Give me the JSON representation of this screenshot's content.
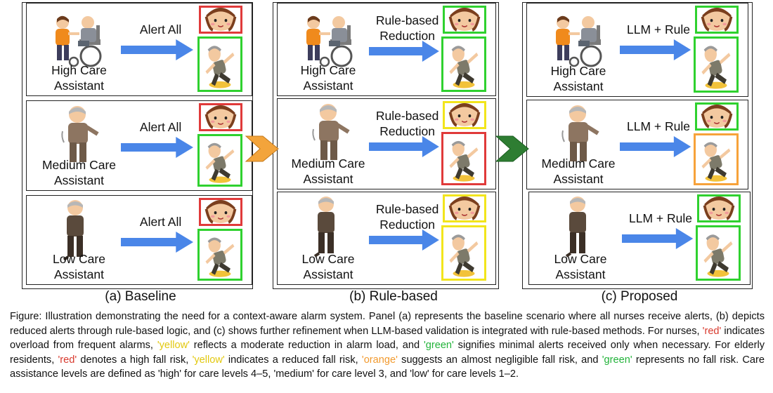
{
  "panels": [
    {
      "caption": "(a) Baseline",
      "rows": [
        {
          "level_line1": "High Care",
          "level_line2": "Assistant",
          "arrow_line1": "Alert All",
          "arrow_line2": "",
          "nurse_border": "red",
          "resident_border": "green"
        },
        {
          "level_line1": "Medium Care",
          "level_line2": "Assistant",
          "arrow_line1": "Alert All",
          "arrow_line2": "",
          "nurse_border": "red",
          "resident_border": "green"
        },
        {
          "level_line1": "Low Care",
          "level_line2": "Assistant",
          "arrow_line1": "Alert All",
          "arrow_line2": "",
          "nurse_border": "red",
          "resident_border": "green"
        }
      ]
    },
    {
      "caption": "(b) Rule-based",
      "rows": [
        {
          "level_line1": "High Care",
          "level_line2": "Assistant",
          "arrow_line1": "Rule-based",
          "arrow_line2": "Reduction",
          "nurse_border": "green",
          "resident_border": "green"
        },
        {
          "level_line1": "Medium Care",
          "level_line2": "Assistant",
          "arrow_line1": "Rule-based",
          "arrow_line2": "Reduction",
          "nurse_border": "yellow",
          "resident_border": "red"
        },
        {
          "level_line1": "Low Care",
          "level_line2": "Assistant",
          "arrow_line1": "Rule-based",
          "arrow_line2": "Reduction",
          "nurse_border": "yellow",
          "resident_border": "yellow"
        }
      ]
    },
    {
      "caption": "(c) Proposed",
      "rows": [
        {
          "level_line1": "High Care",
          "level_line2": "Assistant",
          "arrow_line1": "LLM + Rule",
          "arrow_line2": "",
          "nurse_border": "green",
          "resident_border": "green"
        },
        {
          "level_line1": "Medium Care",
          "level_line2": "Assistant",
          "arrow_line1": "LLM + Rule",
          "arrow_line2": "",
          "nurse_border": "green",
          "resident_border": "orange"
        },
        {
          "level_line1": "Low Care",
          "level_line2": "Assistant",
          "arrow_line1": "LLM + Rule",
          "arrow_line2": "",
          "nurse_border": "green",
          "resident_border": "green"
        }
      ]
    }
  ],
  "colors": {
    "red": "#e03a3a",
    "green": "#2fd12f",
    "yellow": "#f2e51c",
    "orange": "#f7a23a",
    "arrow_blue": "#4a86e8",
    "chevron_orange": "#f3a43b",
    "chevron_green": "#2e7d32"
  },
  "figure_caption": {
    "p1": "Figure: Illustration demonstrating the need for a context-aware alarm system. Panel (a) represents the baseline scenario where all nurses receive alerts, (b) depicts reduced alerts through rule-based logic, and (c) shows further refinement when LLM-based validation is integrated with rule-based methods. For nurses, ",
    "red1": "'red'",
    "p2": " indicates overload from frequent alarms, ",
    "yellow1": "'yellow'",
    "p3": " reflects a moderate reduction in alarm load, and ",
    "green1": "'green'",
    "p4": " signifies minimal alerts received only when necessary. For elderly residents, ",
    "red2": "'red'",
    "p5": " denotes a high fall risk, ",
    "yellow2": "'yellow'",
    "p6": " indicates a reduced fall risk, ",
    "orange1": "'orange'",
    "p7": " suggests an almost negligible fall risk, and ",
    "green2": "'green'",
    "p8": " represents no fall risk. Care assistance levels are defined as 'high' for care levels 4–5, 'medium' for care level 3, and 'low' for care levels 1–2."
  }
}
